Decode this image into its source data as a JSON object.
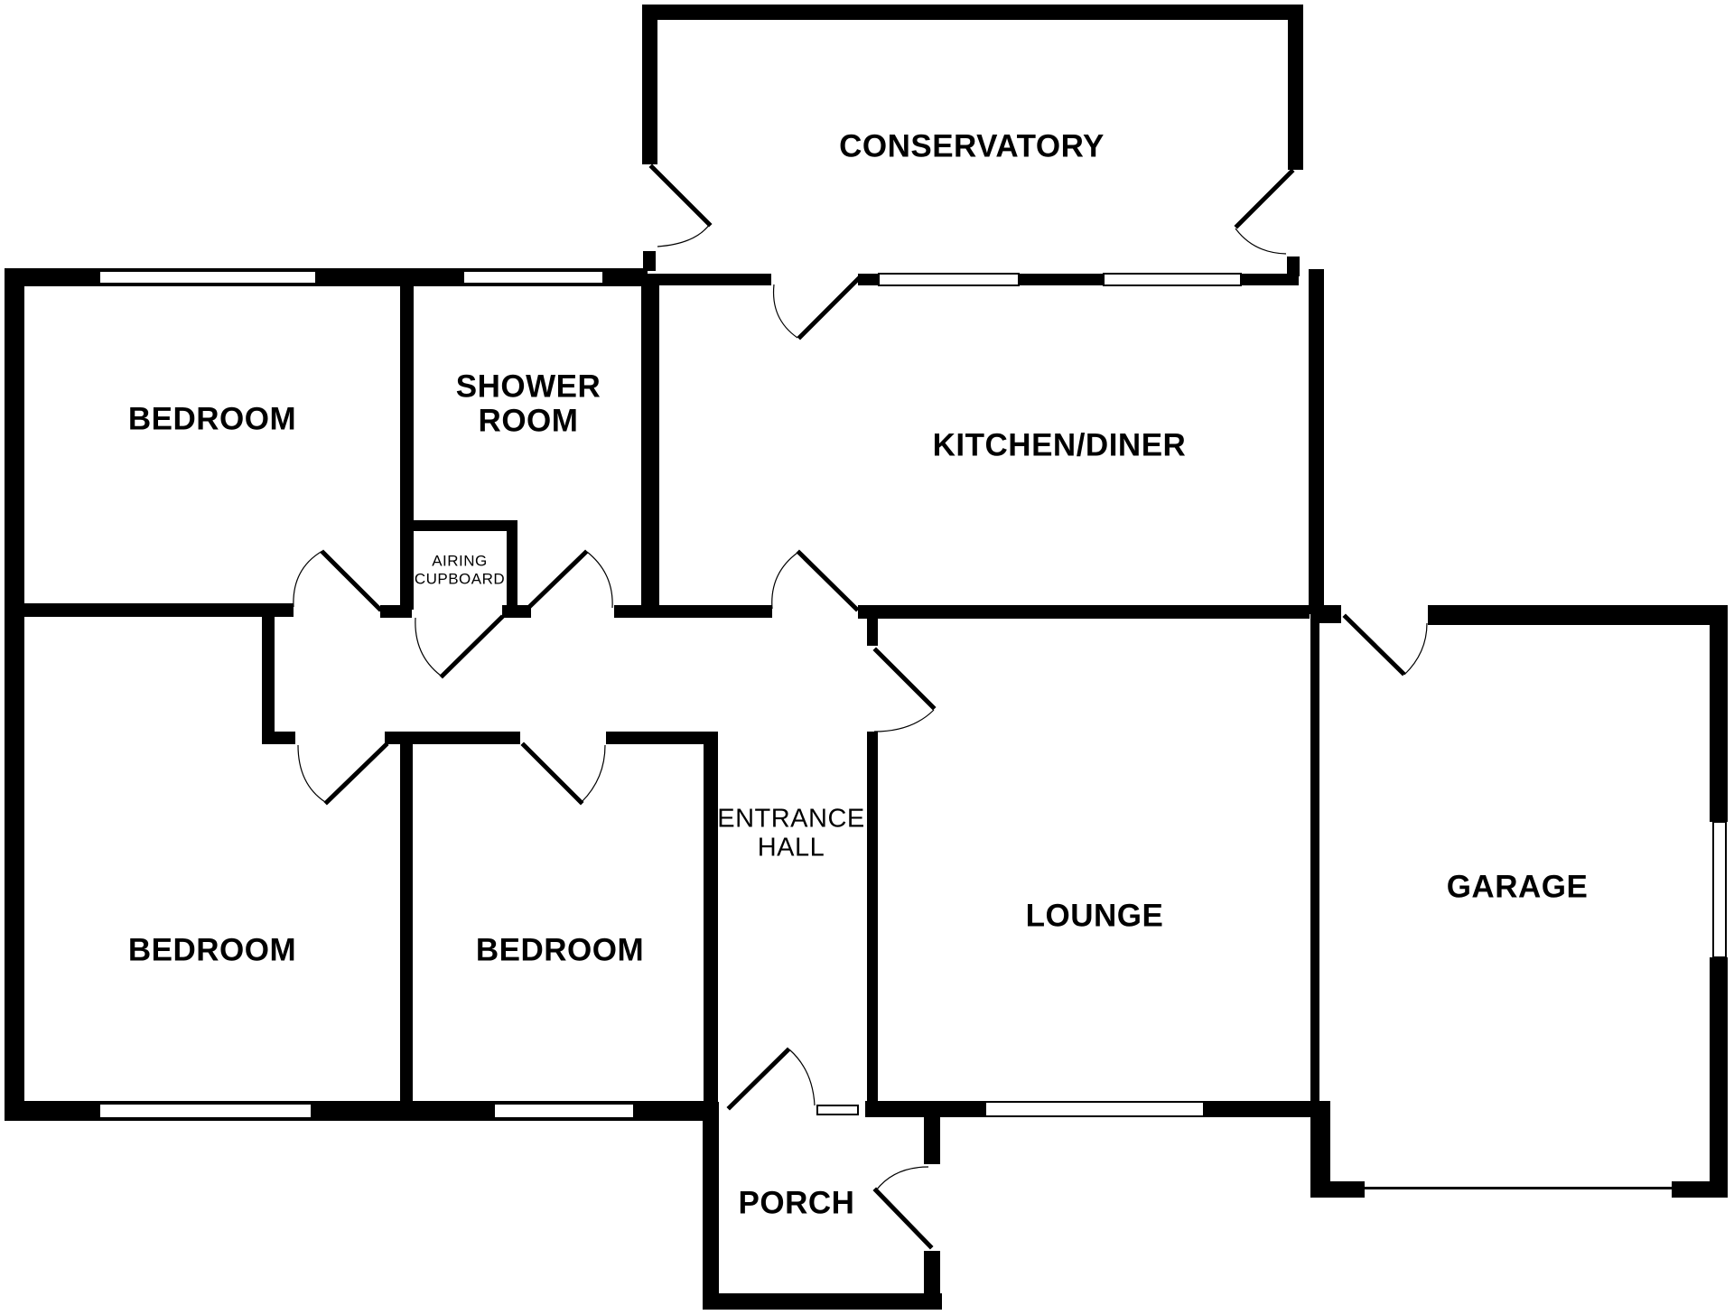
{
  "plan": {
    "rooms": {
      "conservatory": "CONSERVATORY",
      "bedroom_top": "BEDROOM",
      "shower_room_line1": "SHOWER",
      "shower_room_line2": "ROOM",
      "kitchen_diner": "KITCHEN/DINER",
      "airing_line1": "AIRING",
      "airing_line2": "CUPBOARD",
      "bedroom_left": "BEDROOM",
      "bedroom_middle": "BEDROOM",
      "entrance_line1": "ENTRANCE",
      "entrance_line2": "HALL",
      "lounge": "LOUNGE",
      "garage": "GARAGE",
      "porch": "PORCH"
    },
    "colors": {
      "wall": "#000000",
      "background": "#ffffff"
    }
  }
}
